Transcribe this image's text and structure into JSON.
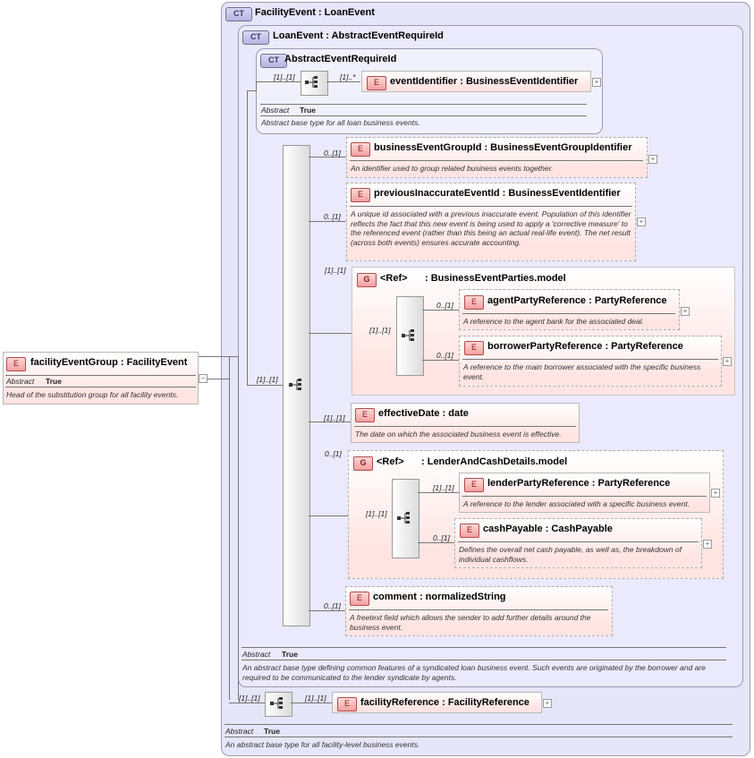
{
  "facilityEvent": {
    "badge": "CT",
    "title": "FacilityEvent : LoanEvent",
    "abstract_label": "Abstract",
    "abstract_value": "True",
    "description": "An abstract base type for all facility-level business events."
  },
  "loanEvent": {
    "badge": "CT",
    "title": "LoanEvent : AbstractEventRequireId",
    "abstract_label": "Abstract",
    "abstract_value": "True",
    "description": "An abstract base type defining common features of a syndicated loan business event. Such events are originated by the borrower and are required to be communicated to the lender syndicate by agents."
  },
  "abstractEventRequireId": {
    "badge": "CT",
    "title": "AbstractEventRequireId",
    "abstract_label": "Abstract",
    "abstract_value": "True",
    "description": "Abstract base type for all loan business events.",
    "seq_mult": "[1]..[1]",
    "child_mult": "[1]..*"
  },
  "facilityEventGroup": {
    "badge": "E",
    "name": "facilityEventGroup : FacilityEvent",
    "abstract_label": "Abstract",
    "abstract_value": "True",
    "description": "Head of the substitution group for all facility events."
  },
  "elements": {
    "eventIdentifier": {
      "badge": "E",
      "name": "eventIdentifier : BusinessEventIdentifier"
    },
    "businessEventGroupId": {
      "badge": "E",
      "name": "businessEventGroupId : BusinessEventGroupIdentifier",
      "mult": "0..[1]",
      "description": "An identifier used to group related business events together."
    },
    "previousInaccurateEventId": {
      "badge": "E",
      "name": "previousInaccurateEventId : BusinessEventIdentifier",
      "mult": "0..[1]",
      "description": "A unique id associated with a previous inaccurate event. Population of this identifier reflects the fact that this new event is being used to apply a 'corrective measure' to the referenced event (rather than this being an actual real-life event). The net result (across both events) ensures accurate accounting."
    },
    "businessEventParties": {
      "badge": "G",
      "ref": "<Ref>",
      "name": ": BusinessEventParties.model",
      "mult": "[1]..[1]",
      "seq_mult": "[1]..[1]"
    },
    "agentPartyReference": {
      "badge": "E",
      "name": "agentPartyReference : PartyReference",
      "mult": "0..[1]",
      "description": "A reference to the agent bank for the associated deal."
    },
    "borrowerPartyReference": {
      "badge": "E",
      "name": "borrowerPartyReference : PartyReference",
      "mult": "0..[1]",
      "description": "A reference to the main borrower associated with the specific business event."
    },
    "effectiveDate": {
      "badge": "E",
      "name": "effectiveDate : date",
      "mult": "[1]..[1]",
      "description": "The date on which the associated business event is effective."
    },
    "lenderAndCashDetails": {
      "badge": "G",
      "ref": "<Ref>",
      "name": ": LenderAndCashDetails.model",
      "mult": "0..[1]",
      "seq_mult": "[1]..[1]"
    },
    "lenderPartyReference": {
      "badge": "E",
      "name": "lenderPartyReference : PartyReference",
      "mult": "[1]..[1]",
      "description": "A reference to the lender associated with a specific business event."
    },
    "cashPayable": {
      "badge": "E",
      "name": "cashPayable : CashPayable",
      "mult": "0..[1]",
      "description": "Defines the overall net cash payable, as well as, the breakdown of individual cashflows."
    },
    "comment": {
      "badge": "E",
      "name": "comment : normalizedString",
      "mult": "0..[1]",
      "description": "A freetext field which allows the sender to add further details around the business event."
    },
    "facilityReference": {
      "badge": "E",
      "name": "facilityReference : FacilityReference",
      "mult": "[1]..[1]"
    }
  },
  "sequences": {
    "main_mult": "[1]..[1]",
    "facility_seq_mult": "[1]..[1]"
  },
  "expand_symbol": "+",
  "collapse_symbol": "−"
}
